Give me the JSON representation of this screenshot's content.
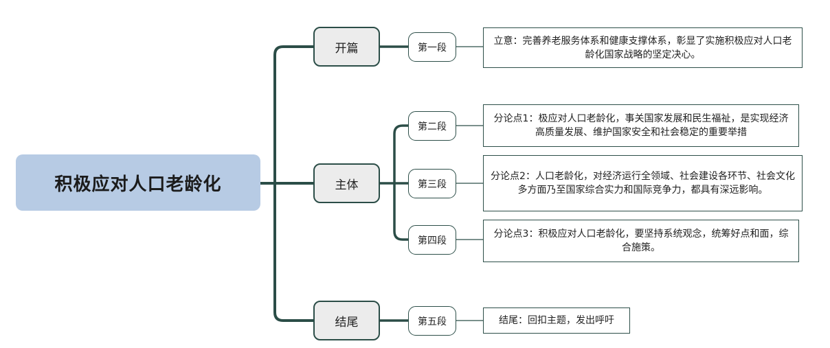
{
  "root": {
    "title": "积极应对人口老龄化"
  },
  "sections": [
    {
      "label": "开篇"
    },
    {
      "label": "主体"
    },
    {
      "label": "结尾"
    }
  ],
  "paragraphs": [
    {
      "label": "第一段",
      "note": "立意：完善养老服务体系和健康支撑体系，彰显了实施积极应对人口老龄化国家战略的坚定决心。"
    },
    {
      "label": "第二段",
      "note": "分论点1：极应对人口老龄化，事关国家发展和民生福祉，是实现经济高质量发展、维护国家安全和社会稳定的重要举措"
    },
    {
      "label": "第三段",
      "note": "分论点2：人口老龄化，对经济运行全领域、社会建设各环节、社会文化多方面乃至国家综合实力和国际竞争力，都具有深远影响。"
    },
    {
      "label": "第四段",
      "note": "分论点3：积极应对人口老龄化，要坚持系统观念，统筹好点和面，综合施策。"
    },
    {
      "label": "第五段",
      "note": "结尾：回扣主题，发出呼吁"
    }
  ],
  "colors": {
    "connector": "#2b4d47",
    "root_fill": "#b7cbe4",
    "section_fill": "#ececec"
  }
}
